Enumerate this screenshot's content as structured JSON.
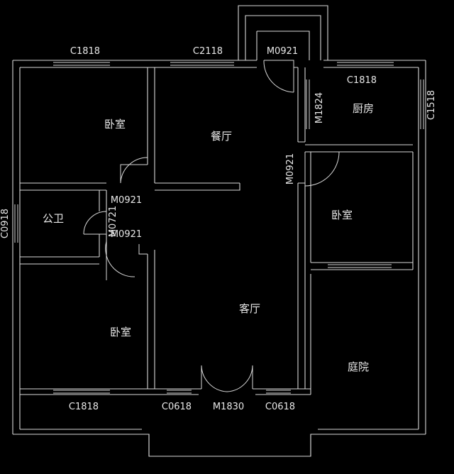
{
  "plan": {
    "rooms": {
      "bedroom_top_left": "卧室",
      "dining": "餐厅",
      "kitchen": "厨房",
      "bedroom_right": "卧室",
      "bathroom": "公卫",
      "living": "客厅",
      "bedroom_bottom_left": "卧室",
      "courtyard": "庭院"
    },
    "codes": {
      "win_top_left": "C1818",
      "win_top_mid": "C2118",
      "door_entry": "M0921",
      "win_kitchen_top": "C1818",
      "door_kitchen": "M1824",
      "win_kitchen_side": "C1518",
      "door_bedroom_right": "M0921",
      "door_bedroom_tl": "M0921",
      "win_bath": "C0918",
      "door_bath": "M0721",
      "door_bedroom_bl": "M0921",
      "win_bottom_left": "C1818",
      "win_living_left": "C0618",
      "door_living": "M1830",
      "win_living_right": "C0618"
    }
  }
}
